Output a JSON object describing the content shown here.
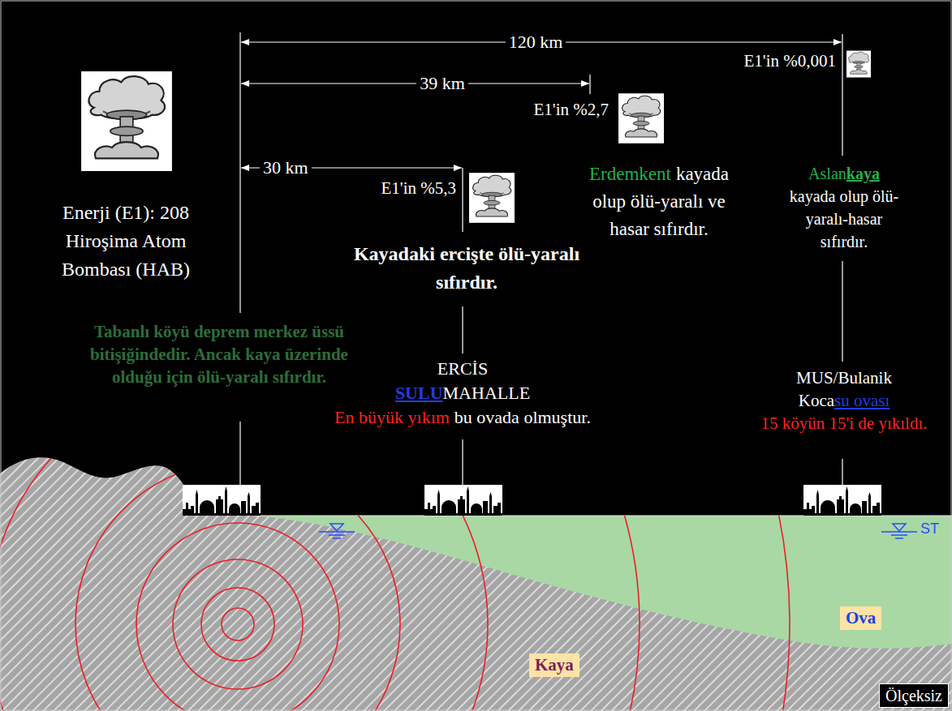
{
  "diagram": {
    "nodes": [
      {
        "text": [
          "Ova"
        ]
      },
      {
        "text": [
          "Kaya"
        ]
      },
      {
        "text": [
          "Ölçeksiz"
        ]
      }
    ],
    "labels": [
      "120 km",
      "39 km",
      "30 km",
      "E1'in %0,001",
      "E1'in %2,7",
      "E1'in %5,3",
      "Enerji (E1): 208 Hiroşima Atom Bombası (HAB)",
      "Kayadaki ercişte ölü-yaralı sıfırdır.",
      "Erdemkent",
      "kayada olup ölü-yaralı ve hasar sıfırdır.",
      "Aslan",
      "kaya",
      "kayada olup ölü-yaralı-hasar sıfırdır.",
      "Tabanlı köyü deprem merkez üssü bitişiğindedir. Ancak kaya üzerinde olduğu için ölü-yaralı sıfırdır.",
      "ERCİS",
      "SULU",
      "MAHALLE",
      "En büyük yıkım",
      "bu ovada olmuştur.",
      "MUS/Bulanik",
      "Koca",
      "su ovası",
      "15 köyün 15'i de yıkıldı.",
      "ST"
    ]
  }
}
